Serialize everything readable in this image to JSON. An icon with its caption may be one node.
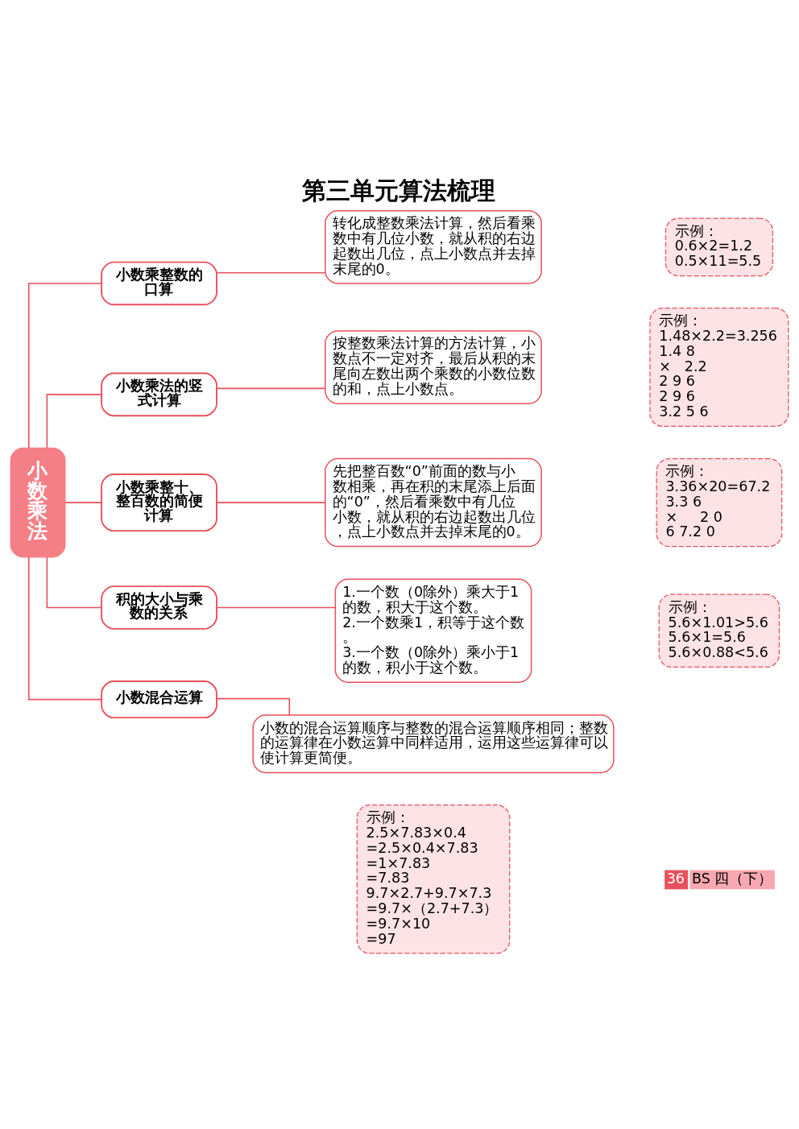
{
  "diagram": {
    "title": "第三单元算法梳理",
    "nodes": [
      {
        "text": [
          "小数乘法"
        ]
      },
      {
        "text": [
          "小数乘整数的口算"
        ]
      },
      {
        "text": [
          "转化成整数乘法计算，然后看乘数中有几位小数，就从积的右边起数出几位，点上小数点并去掉末尾的0。"
        ]
      },
      {
        "text": [
          "示例：",
          "0.6×2=1.2",
          "0.5×11=5.5"
        ]
      },
      {
        "text": [
          "小数乘法的竖式计算"
        ]
      },
      {
        "text": [
          "按整数乘法计算的方法计算，小数点不一定对齐，最后从积的末尾向左数出两个乘数的小数位数的和，点上小数点。"
        ]
      },
      {
        "text": [
          "示例：",
          "1.48×2.2=3.256",
          "1.4 8",
          "×   2.2",
          "2 9 6",
          "2 9 6",
          "3.2 5 6"
        ]
      },
      {
        "text": [
          "小数乘整十、整百数的简便计算"
        ]
      },
      {
        "text": [
          "先把整百数“0”前面的数与小数相乘，再在积的末尾添上后面的“0”，然后看乘数中有几位小数，就从积的右边起数出几位，点上小数点并去掉末尾的0。"
        ]
      },
      {
        "text": [
          "示例：",
          "3.36×20=67.2",
          "3.3 6",
          "×     2 0",
          "6 7.2 0"
        ]
      },
      {
        "text": [
          "积的大小与乘数的关系"
        ]
      },
      {
        "text": [
          "1.一个数（0除外）乘大于1的数，积大于这个数。",
          "2.一个数乘1，积等于这个数。",
          "3.一个数（0除外）乘小于1的数，积小于这个数。"
        ]
      },
      {
        "text": [
          "示例：",
          "5.6×1.01>5.6",
          "5.6×1=5.6",
          "5.6×0.88<5.6"
        ]
      },
      {
        "text": [
          "小数混合运算"
        ]
      },
      {
        "text": [
          "小数的混合运算顺序与整数的混合运算顺序相同；整数的运算律在小数运算中同样适用，运用这些运算律可以使计算更简便。"
        ]
      },
      {
        "text": [
          "示例：",
          "2.5×7.83×0.4",
          "=2.5×0.4×7.83",
          "=1×7.83",
          "=7.83",
          "9.7×2.7+9.7×7.3",
          "=9.7×（2.7+7.3）",
          "=9.7×10",
          "=97"
        ]
      }
    ],
    "edges": [
      {
        "from": 0,
        "to": 1,
        "arrow": "none"
      },
      {
        "from": 1,
        "to": 2,
        "arrow": "none"
      },
      {
        "from": 0,
        "to": 4,
        "arrow": "none"
      },
      {
        "from": 4,
        "to": 5,
        "arrow": "none"
      },
      {
        "from": 0,
        "to": 7,
        "arrow": "none"
      },
      {
        "from": 7,
        "to": 8,
        "arrow": "none"
      },
      {
        "from": 0,
        "to": 10,
        "arrow": "none"
      },
      {
        "from": 10,
        "to": 11,
        "arrow": "none"
      },
      {
        "from": 0,
        "to": 13,
        "arrow": "none"
      },
      {
        "from": 13,
        "to": 14,
        "arrow": "none"
      }
    ],
    "labels": [
      "36",
      "BS 四（下）"
    ]
  }
}
